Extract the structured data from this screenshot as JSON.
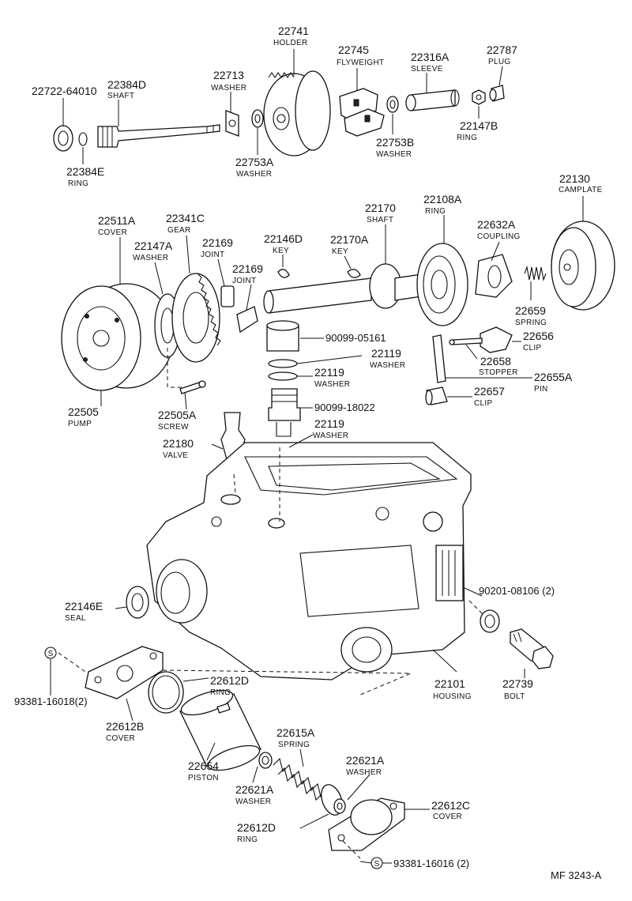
{
  "parts": [
    {
      "id": "p22722",
      "number": "22722-64010",
      "name": ""
    },
    {
      "id": "p22384d",
      "number": "22384D",
      "name": "SHAFT"
    },
    {
      "id": "p22713",
      "number": "22713",
      "name": "WASHER"
    },
    {
      "id": "p22741",
      "number": "22741",
      "name": "HOLDER"
    },
    {
      "id": "p22745",
      "number": "22745",
      "name": "FLYWEIGHT"
    },
    {
      "id": "p22316a",
      "number": "22316A",
      "name": "SLEEVE"
    },
    {
      "id": "p22787",
      "number": "22787",
      "name": "PLUG"
    },
    {
      "id": "p22147b",
      "number": "22147B",
      "name": "RING"
    },
    {
      "id": "p22753b",
      "number": "22753B",
      "name": "WASHER"
    },
    {
      "id": "p22753a",
      "number": "22753A",
      "name": "WASHER"
    },
    {
      "id": "p22384e",
      "number": "22384E",
      "name": "RING"
    },
    {
      "id": "p22130",
      "number": "22130",
      "name": "CAMPLATE"
    },
    {
      "id": "p22170",
      "number": "22170",
      "name": "SHAFT"
    },
    {
      "id": "p22108a",
      "number": "22108A",
      "name": "RING"
    },
    {
      "id": "p22632a",
      "number": "22632A",
      "name": "COUPLING"
    },
    {
      "id": "p22511a",
      "number": "22511A",
      "name": "COVER"
    },
    {
      "id": "p22341c",
      "number": "22341C",
      "name": "GEAR"
    },
    {
      "id": "p22147a",
      "number": "22147A",
      "name": "WASHER"
    },
    {
      "id": "p22169a",
      "number": "22169",
      "name": "JOINT"
    },
    {
      "id": "p22169b",
      "number": "22169",
      "name": "JOINT"
    },
    {
      "id": "p22146d",
      "number": "22146D",
      "name": "KEY"
    },
    {
      "id": "p22170a",
      "number": "22170A",
      "name": "KEY"
    },
    {
      "id": "p22659",
      "number": "22659",
      "name": "SPRING"
    },
    {
      "id": "p22656",
      "number": "22656",
      "name": "CLIP"
    },
    {
      "id": "p22658",
      "number": "22658",
      "name": "STOPPER"
    },
    {
      "id": "p22655a",
      "number": "22655A",
      "name": "PIN"
    },
    {
      "id": "p22657",
      "number": "22657",
      "name": "CLIP"
    },
    {
      "id": "p90099_05161",
      "number": "90099-05161",
      "name": ""
    },
    {
      "id": "p22119a",
      "number": "22119",
      "name": "WASHER"
    },
    {
      "id": "p22119b",
      "number": "22119",
      "name": "WASHER"
    },
    {
      "id": "p90099_18022",
      "number": "90099-18022",
      "name": ""
    },
    {
      "id": "p22119c",
      "number": "22119",
      "name": "WASHER"
    },
    {
      "id": "p22505",
      "number": "22505",
      "name": "PUMP"
    },
    {
      "id": "p22505a",
      "number": "22505A",
      "name": "SCREW"
    },
    {
      "id": "p22180",
      "number": "22180",
      "name": "VALVE"
    },
    {
      "id": "p90201",
      "number": "90201-08106 (2)",
      "name": ""
    },
    {
      "id": "p22146e",
      "number": "22146E",
      "name": "SEAL"
    },
    {
      "id": "p22101",
      "number": "22101",
      "name": "HOUSING"
    },
    {
      "id": "p22739",
      "number": "22739",
      "name": "BOLT"
    },
    {
      "id": "p93381_16018",
      "number": "93381-16018(2)",
      "name": ""
    },
    {
      "id": "p22612d_top",
      "number": "22612D",
      "name": "RING"
    },
    {
      "id": "p22612b",
      "number": "22612B",
      "name": "COVER"
    },
    {
      "id": "p22615a",
      "number": "22615A",
      "name": "SPRING"
    },
    {
      "id": "p22654",
      "number": "22654",
      "name": "PISTON"
    },
    {
      "id": "p22621a_top",
      "number": "22621A",
      "name": "WASHER"
    },
    {
      "id": "p22612c",
      "number": "22612C",
      "name": "COVER"
    },
    {
      "id": "p22621a_low",
      "number": "22621A",
      "name": "WASHER"
    },
    {
      "id": "p22612d_low",
      "number": "22612D",
      "name": "RING"
    },
    {
      "id": "p93381_16016",
      "number": "93381-16016 (2)",
      "name": ""
    }
  ],
  "symbols": {
    "s_mark": "S"
  },
  "figure_ref": "MF 3243-A"
}
